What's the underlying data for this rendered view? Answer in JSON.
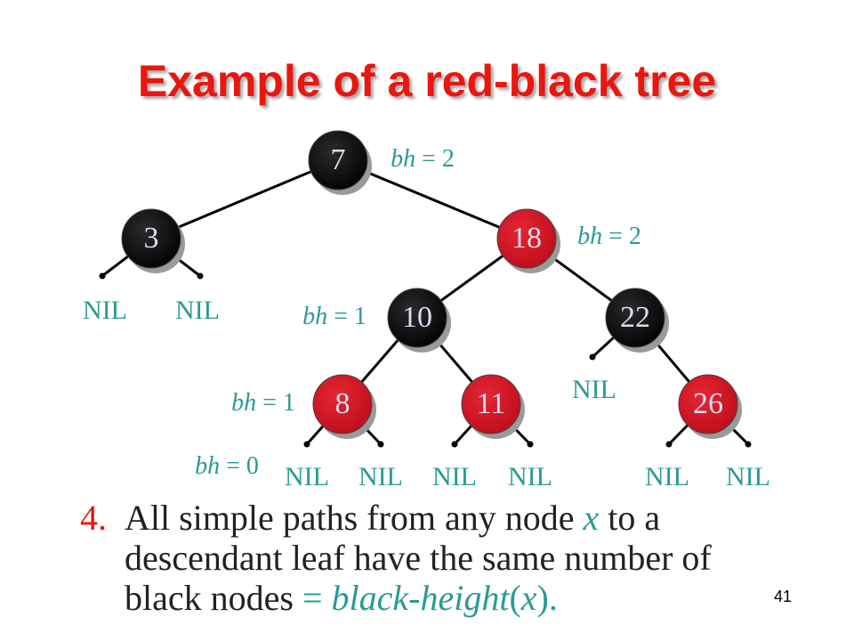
{
  "title": "Example of a red-black tree",
  "colors": {
    "title": "#e8170f",
    "red_node": "#e0182a",
    "black_node": "#101010",
    "annotation": "#2a9a96",
    "node_text": "#d9dcf0"
  },
  "tree": {
    "nodes": [
      {
        "id": "n7",
        "key": "7",
        "color": "black"
      },
      {
        "id": "n3",
        "key": "3",
        "color": "black"
      },
      {
        "id": "n18",
        "key": "18",
        "color": "red"
      },
      {
        "id": "n10",
        "key": "10",
        "color": "black"
      },
      {
        "id": "n22",
        "key": "22",
        "color": "black"
      },
      {
        "id": "n8",
        "key": "8",
        "color": "red"
      },
      {
        "id": "n11",
        "key": "11",
        "color": "red"
      },
      {
        "id": "n26",
        "key": "26",
        "color": "red"
      }
    ],
    "nil_label": "NIL",
    "bh_labels": [
      "bh = 2",
      "bh = 2",
      "bh = 1",
      "bh = 1",
      "bh = 0"
    ]
  },
  "rule": {
    "number": "4.",
    "line1_a": "All simple paths from any node ",
    "line1_x": "x",
    "line1_b": " to a",
    "line2": "descendant leaf have the same number of",
    "line3_a": "black nodes ",
    "line3_eq": "= ",
    "line3_fn": "black-height",
    "line3_paren_open": "(",
    "line3_x": "x",
    "line3_paren_close": ").",
    "period": ""
  },
  "page_number": "41"
}
